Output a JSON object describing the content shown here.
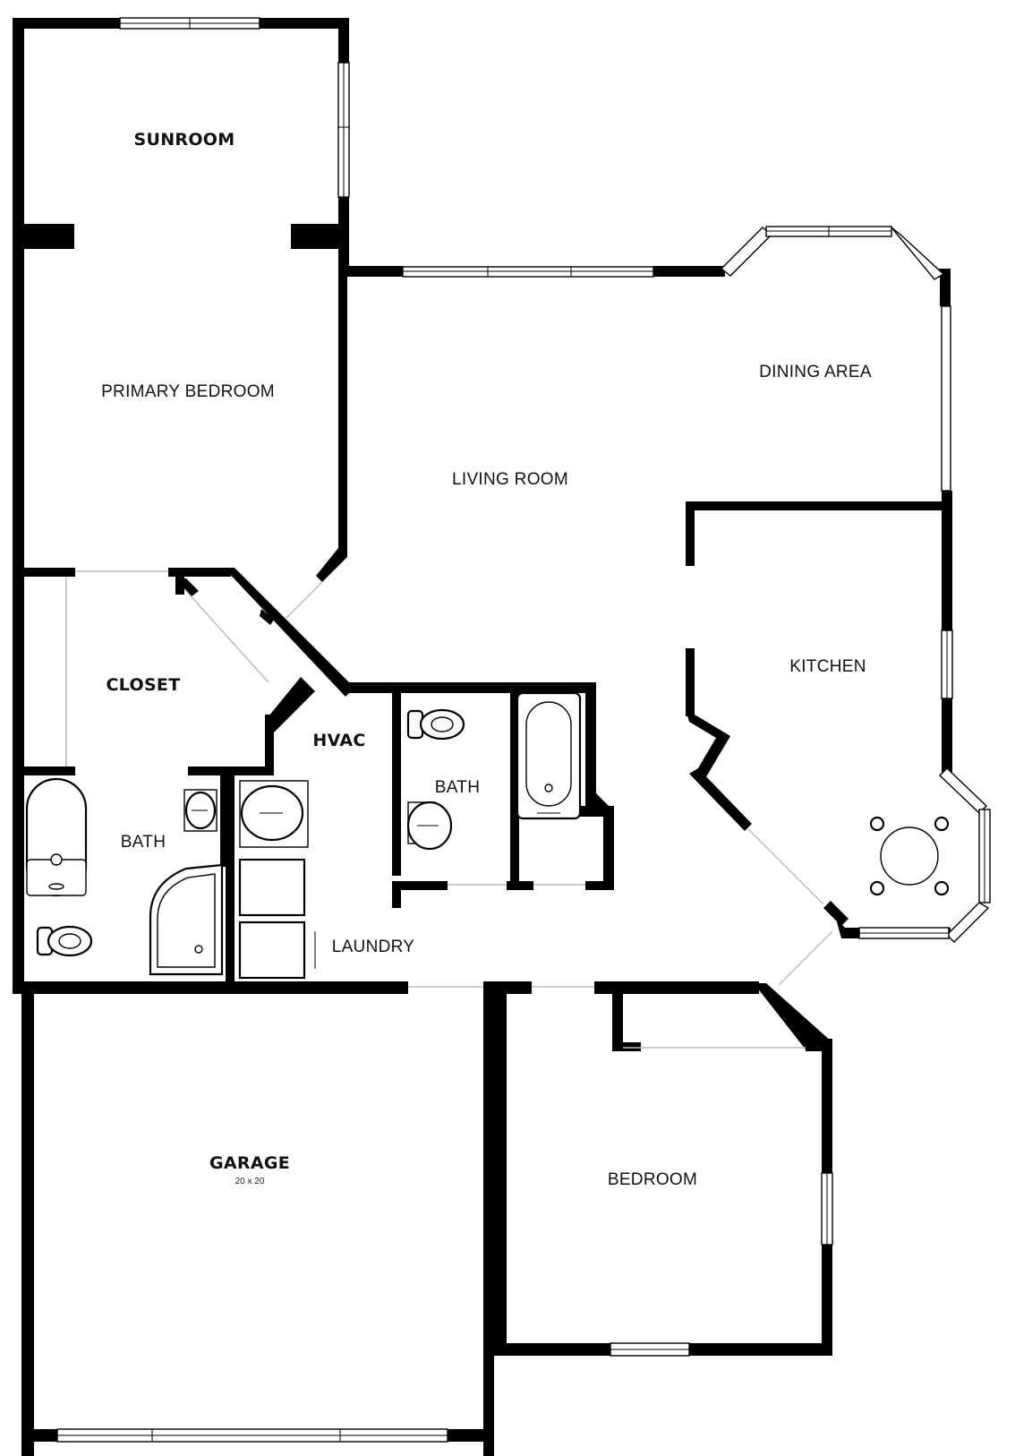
{
  "rooms": {
    "sunroom": "SUNROOM",
    "primary_bedroom": "PRIMARY BEDROOM",
    "living_room": "LIVING ROOM",
    "dining_area": "DINING AREA",
    "kitchen": "KITCHEN",
    "closet": "CLOSET",
    "hvac": "HVAC",
    "bath_primary": "BATH",
    "bath_hall": "BATH",
    "laundry": "LAUNDRY",
    "garage": "GARAGE",
    "garage_size": "20 x 20",
    "bedroom": "BEDROOM"
  }
}
